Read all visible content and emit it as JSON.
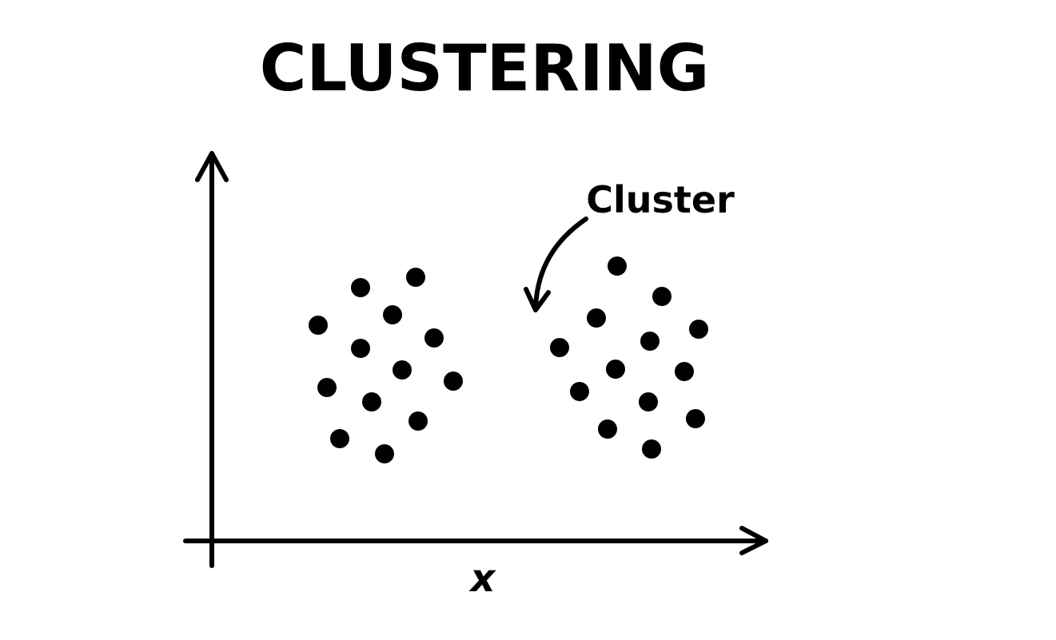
{
  "diagram": {
    "title": "CLUSTERING",
    "annotation": "Cluster",
    "x_axis_label": "x",
    "ink_color": "#000000",
    "background_color": "#ffffff"
  }
}
